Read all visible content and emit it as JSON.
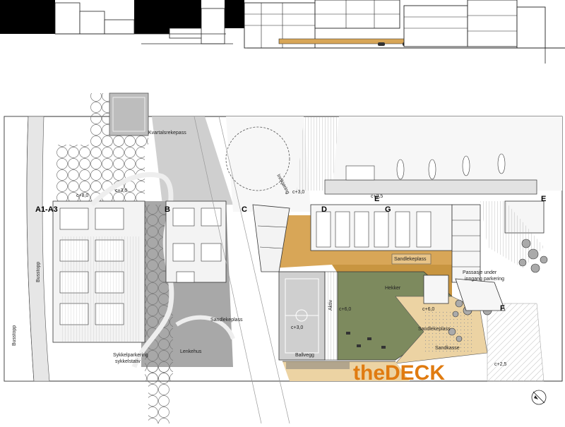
{
  "title": "theDECK",
  "colors": {
    "brand": "#e07b10",
    "deck_wood": "#d8a657",
    "deck_light": "#ecd3a3",
    "green_field": "#7d8a5e",
    "grey_ground": "#c9c9c9",
    "dark_ground": "#8f8f8f"
  },
  "buildings": {
    "a": "A1-A3",
    "b": "B",
    "c": "C",
    "d": "D",
    "e1": "E",
    "e2": "E",
    "f": "F",
    "g": "G"
  },
  "labels": {
    "kvartalsrekepass": "Kvartalsrekepass",
    "busstopp_top": "Busstopp",
    "busstopp_bottom": "Busstopp",
    "c3_0_left": "c+3,0",
    "c8_0": "c+8,0",
    "c3_0_mid": "c+3,0",
    "c2_5_top": "c+2,5",
    "c6_0_a": "c+6,0",
    "c6_0_b": "c+6,0",
    "c3_0_court": "c+3,0",
    "c2_5_right": "c+2,5",
    "sandlekeplass_1": "Sandlekeplass",
    "sandlekeplass_2": "Sandlekeplass",
    "sandlekeplass_3": "Sandlekeplass",
    "hekker": "Hekker",
    "ballvegg": "Ballvegg",
    "lenkehus": "Lenkehus",
    "passasje": "Passasje under",
    "inngang": "inngang parkering",
    "sykkelparkering": "Sykkelparkering",
    "sykkelstativ": "sykkelstativ",
    "innkjoring": "Innkjøring",
    "aktiv": "Aktiv",
    "sandkasse": "Sandkasse"
  }
}
